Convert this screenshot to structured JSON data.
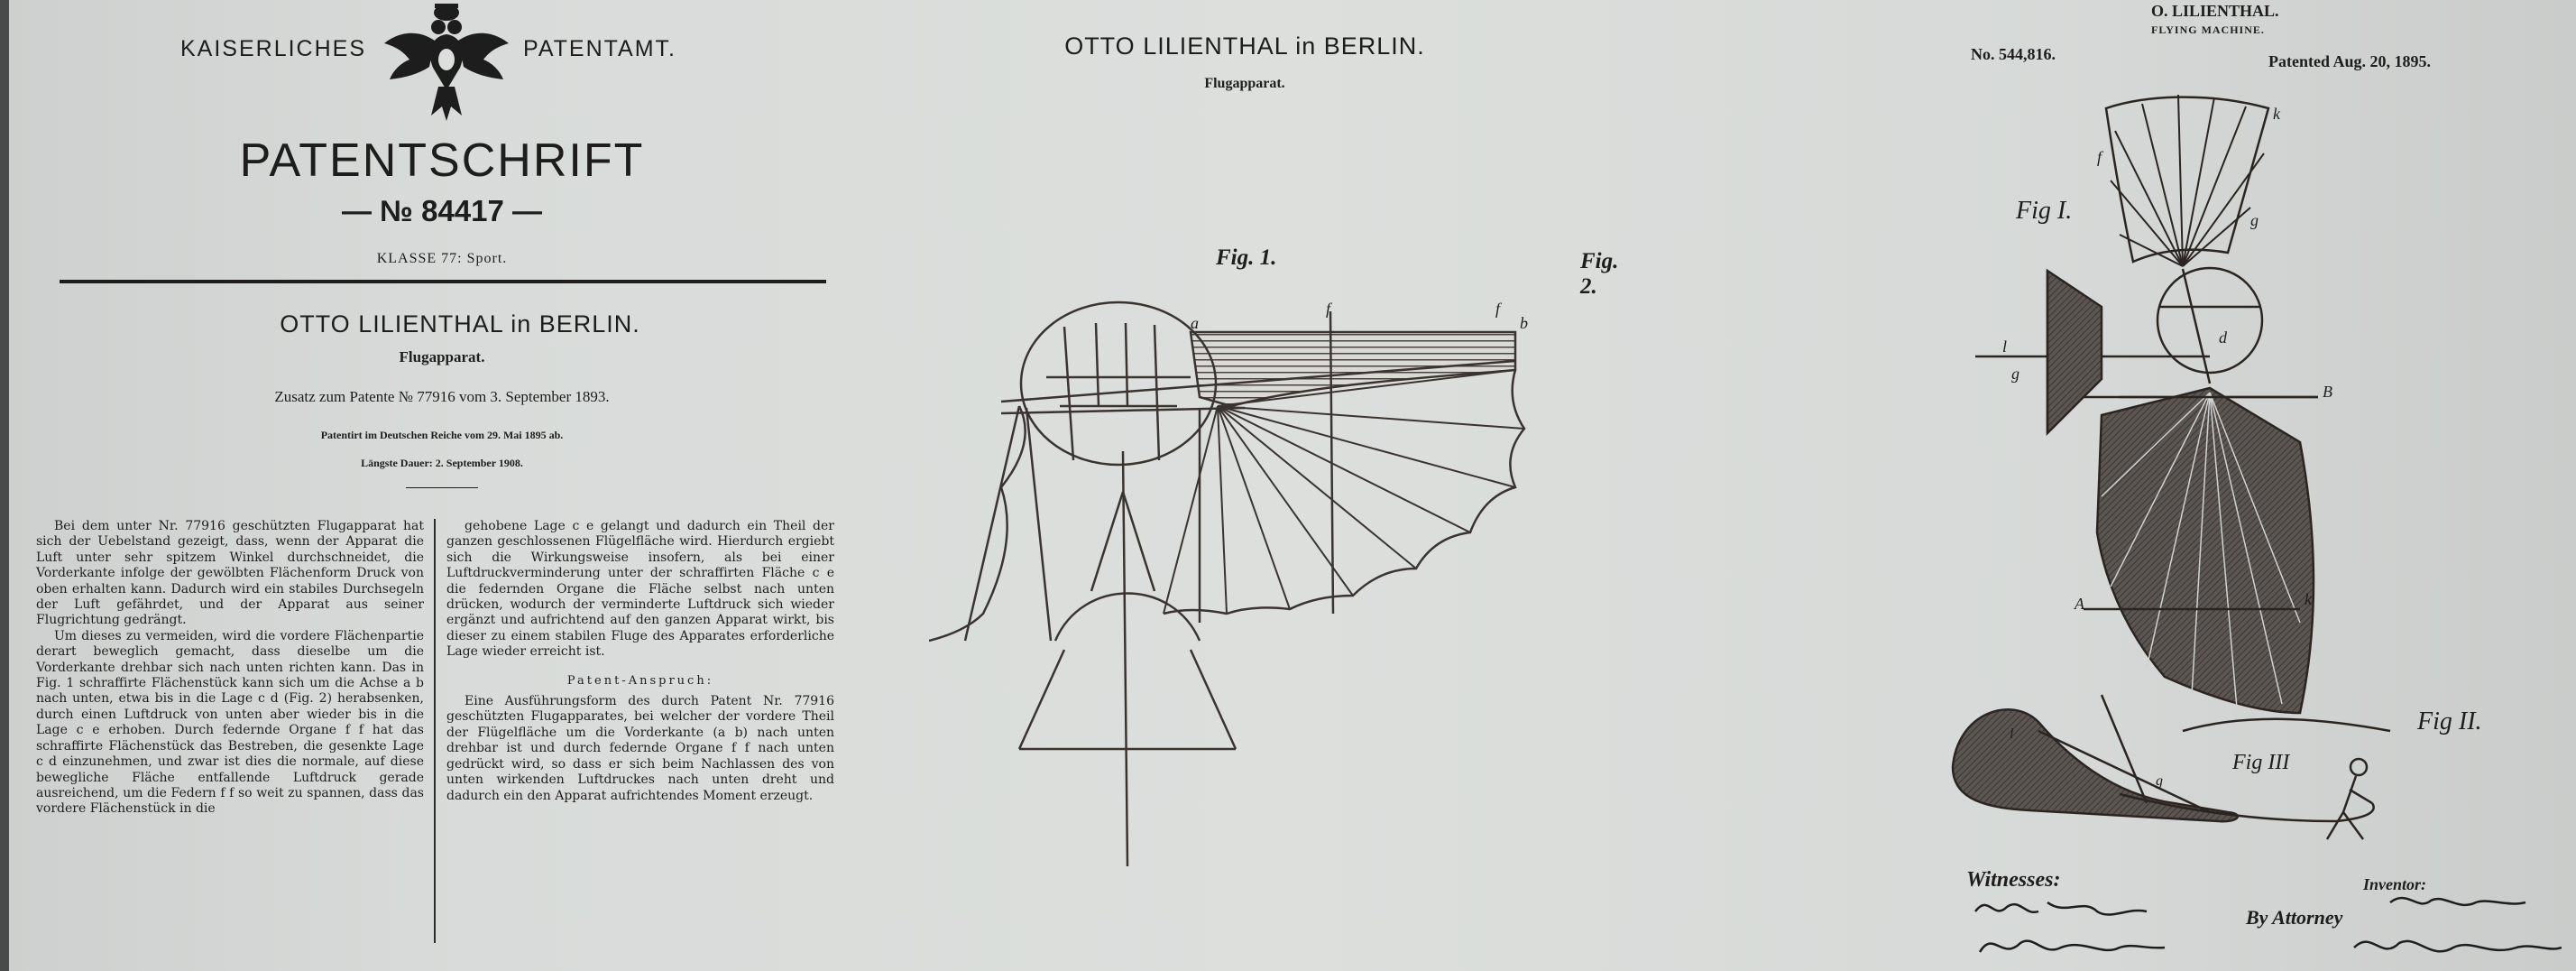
{
  "panel1": {
    "header_left": "KAISERLICHES",
    "header_right": "PATENTAMT.",
    "title": "PATENTSCHRIFT",
    "number": "— № 84417 —",
    "klasse": "KLASSE 77: Sport.",
    "author": "OTTO LILIENTHAL in BERLIN.",
    "subject": "Flugapparat.",
    "zusatz": "Zusatz zum Patente № 77916 vom 3. September 1893.",
    "patentirt": "Patentirt im Deutschen Reiche vom 29. Mai 1895 ab.",
    "laengste": "Längste Dauer: 2. September 1908.",
    "col_left": [
      "Bei dem unter Nr. 77916 geschützten Flugapparat hat sich der Uebelstand gezeigt, dass, wenn der Apparat die Luft unter sehr spitzem Winkel durchschneidet, die Vorderkante infolge der gewölbten Flächenform Druck von oben erhalten kann. Dadurch wird ein stabiles Durchsegeln der Luft gefährdet, und der Apparat aus seiner Flugrichtung gedrängt.",
      "Um dieses zu vermeiden, wird die vordere Flächenpartie derart beweglich gemacht, dass dieselbe um die Vorderkante drehbar sich nach unten richten kann. Das in Fig. 1 schraffirte Flächenstück kann sich um die Achse a b nach unten, etwa bis in die Lage c d (Fig. 2) herabsenken, durch einen Luftdruck von unten aber wieder bis in die Lage c e erhoben. Durch federnde Organe f f hat das schraffirte Flächenstück das Bestreben, die gesenkte Lage c d einzunehmen, und zwar ist dies die normale, auf diese bewegliche Fläche entfallende Luftdruck gerade ausreichend, um die Federn f f so weit zu spannen, dass das vordere Flächenstück in die"
    ],
    "col_right_top": "gehobene Lage c e gelangt und dadurch ein Theil der ganzen geschlossenen Flügelfläche wird. Hierdurch ergiebt sich die Wirkungsweise insofern, als bei einer Luftdruckverminderung unter der schraffirten Fläche c e die federnden Organe die Fläche selbst nach unten drücken, wodurch der verminderte Luftdruck sich wieder ergänzt und aufrichtend auf den ganzen Apparat wirkt, bis dieser zu einem stabilen Fluge des Apparates erforderliche Lage wieder erreicht ist.",
    "claim_heading": "Patent-Anspruch:",
    "col_right_claim": "Eine Ausführungsform des durch Patent Nr. 77916 geschützten Flugapparates, bei welcher der vordere Theil der Flügelfläche um die Vorderkante (a b) nach unten drehbar ist und durch federnde Organe f f nach unten gedrückt wird, so dass er sich beim Nachlassen des von unten wirkenden Luftdruckes nach unten dreht und dadurch ein den Apparat aufrichtendes Moment erzeugt."
  },
  "panel2": {
    "author": "OTTO LILIENTHAL in BERLIN.",
    "subject": "Flugapparat.",
    "fig1": "Fig. 1.",
    "fig2": "Fig. 2."
  },
  "panel3": {
    "top_name": "O. LILIENTHAL.",
    "top_title": "FLYING MACHINE.",
    "patent_no": "No. 544,816.",
    "patented": "Patented Aug. 20, 1895.",
    "fig1": "Fig I.",
    "fig2": "Fig II.",
    "fig3": "Fig III",
    "witnesses": "Witnesses:",
    "inventor": "Inventor:",
    "by_attorney": "By Attorney"
  },
  "colors": {
    "ink": "#1d1d1d",
    "paper": "#dcdfdc",
    "hatch": "#4a4440"
  }
}
